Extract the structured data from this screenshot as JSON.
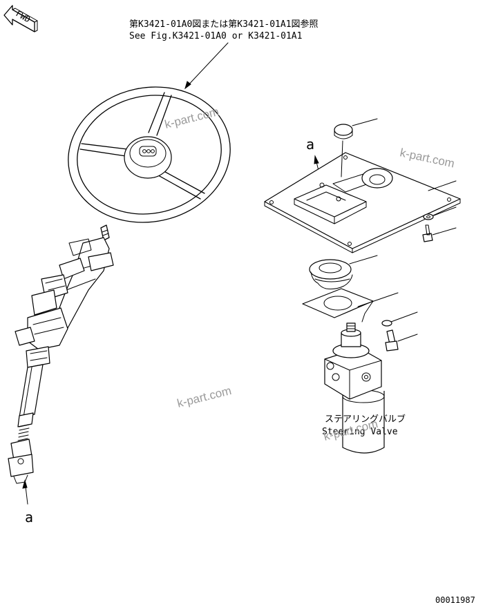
{
  "fwd_label": "FWD",
  "ref_note": {
    "line1": "第K3421-01A0図または第K3421-01A1図参照",
    "line2": "See Fig.K3421-01A0 or K3421-01A1"
  },
  "callouts": {
    "a_top": "a",
    "a_bottom": "a"
  },
  "valve_label": {
    "jp": "ステアリングバルブ",
    "en": "Steering Valve"
  },
  "watermarks": [
    "k-part.com",
    "k-part.com",
    "k-part.com",
    "k-part.com"
  ],
  "drawing_number": "00011987"
}
